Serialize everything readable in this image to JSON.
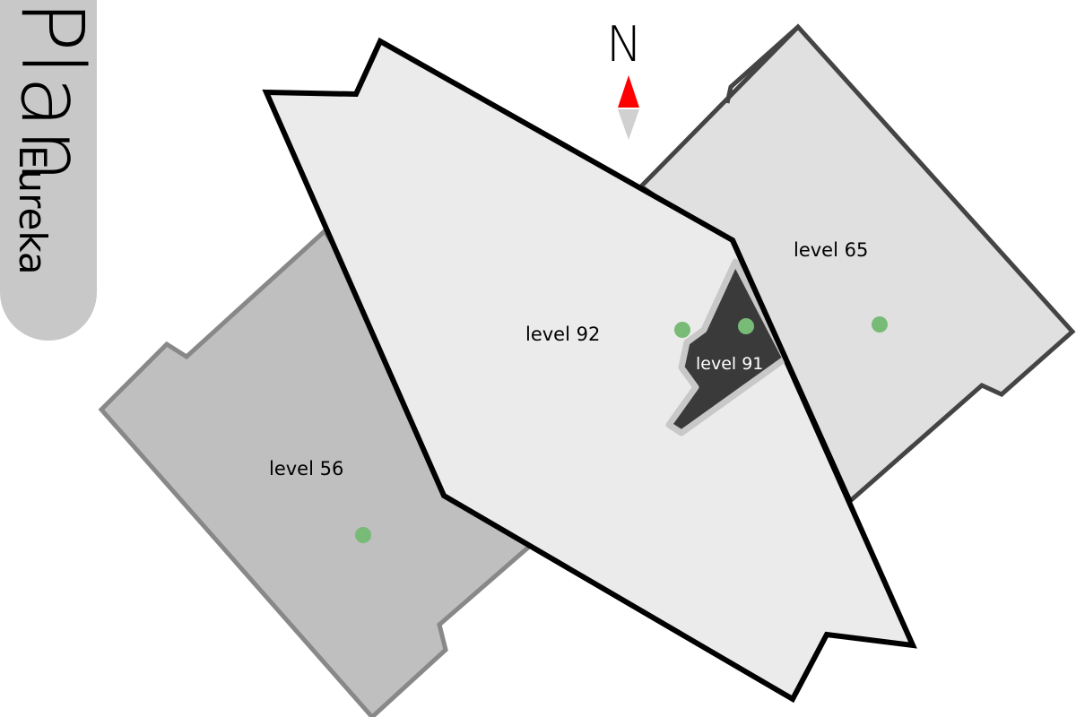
{
  "title": {
    "line1": "Plan",
    "line2": "Eureka"
  },
  "compass": {
    "label": "N",
    "north_color": "#ff0000",
    "south_color": "#d0d0d0"
  },
  "levels": [
    {
      "id": "level-56",
      "label": "level 56",
      "fill": "#bfbfbf",
      "stroke": "#888888",
      "has_marker": true
    },
    {
      "id": "level-65",
      "label": "level 65",
      "fill": "#e0e0e0",
      "stroke": "#444444",
      "has_marker": true
    },
    {
      "id": "level-92",
      "label": "level 92",
      "fill": "#ebebeb",
      "stroke": "#000000",
      "has_marker": true
    },
    {
      "id": "level-91",
      "label": "level 91",
      "fill": "#3a3a3a",
      "stroke": "#c8c8c8",
      "has_marker": true
    }
  ],
  "marker_color": "#77bb77"
}
